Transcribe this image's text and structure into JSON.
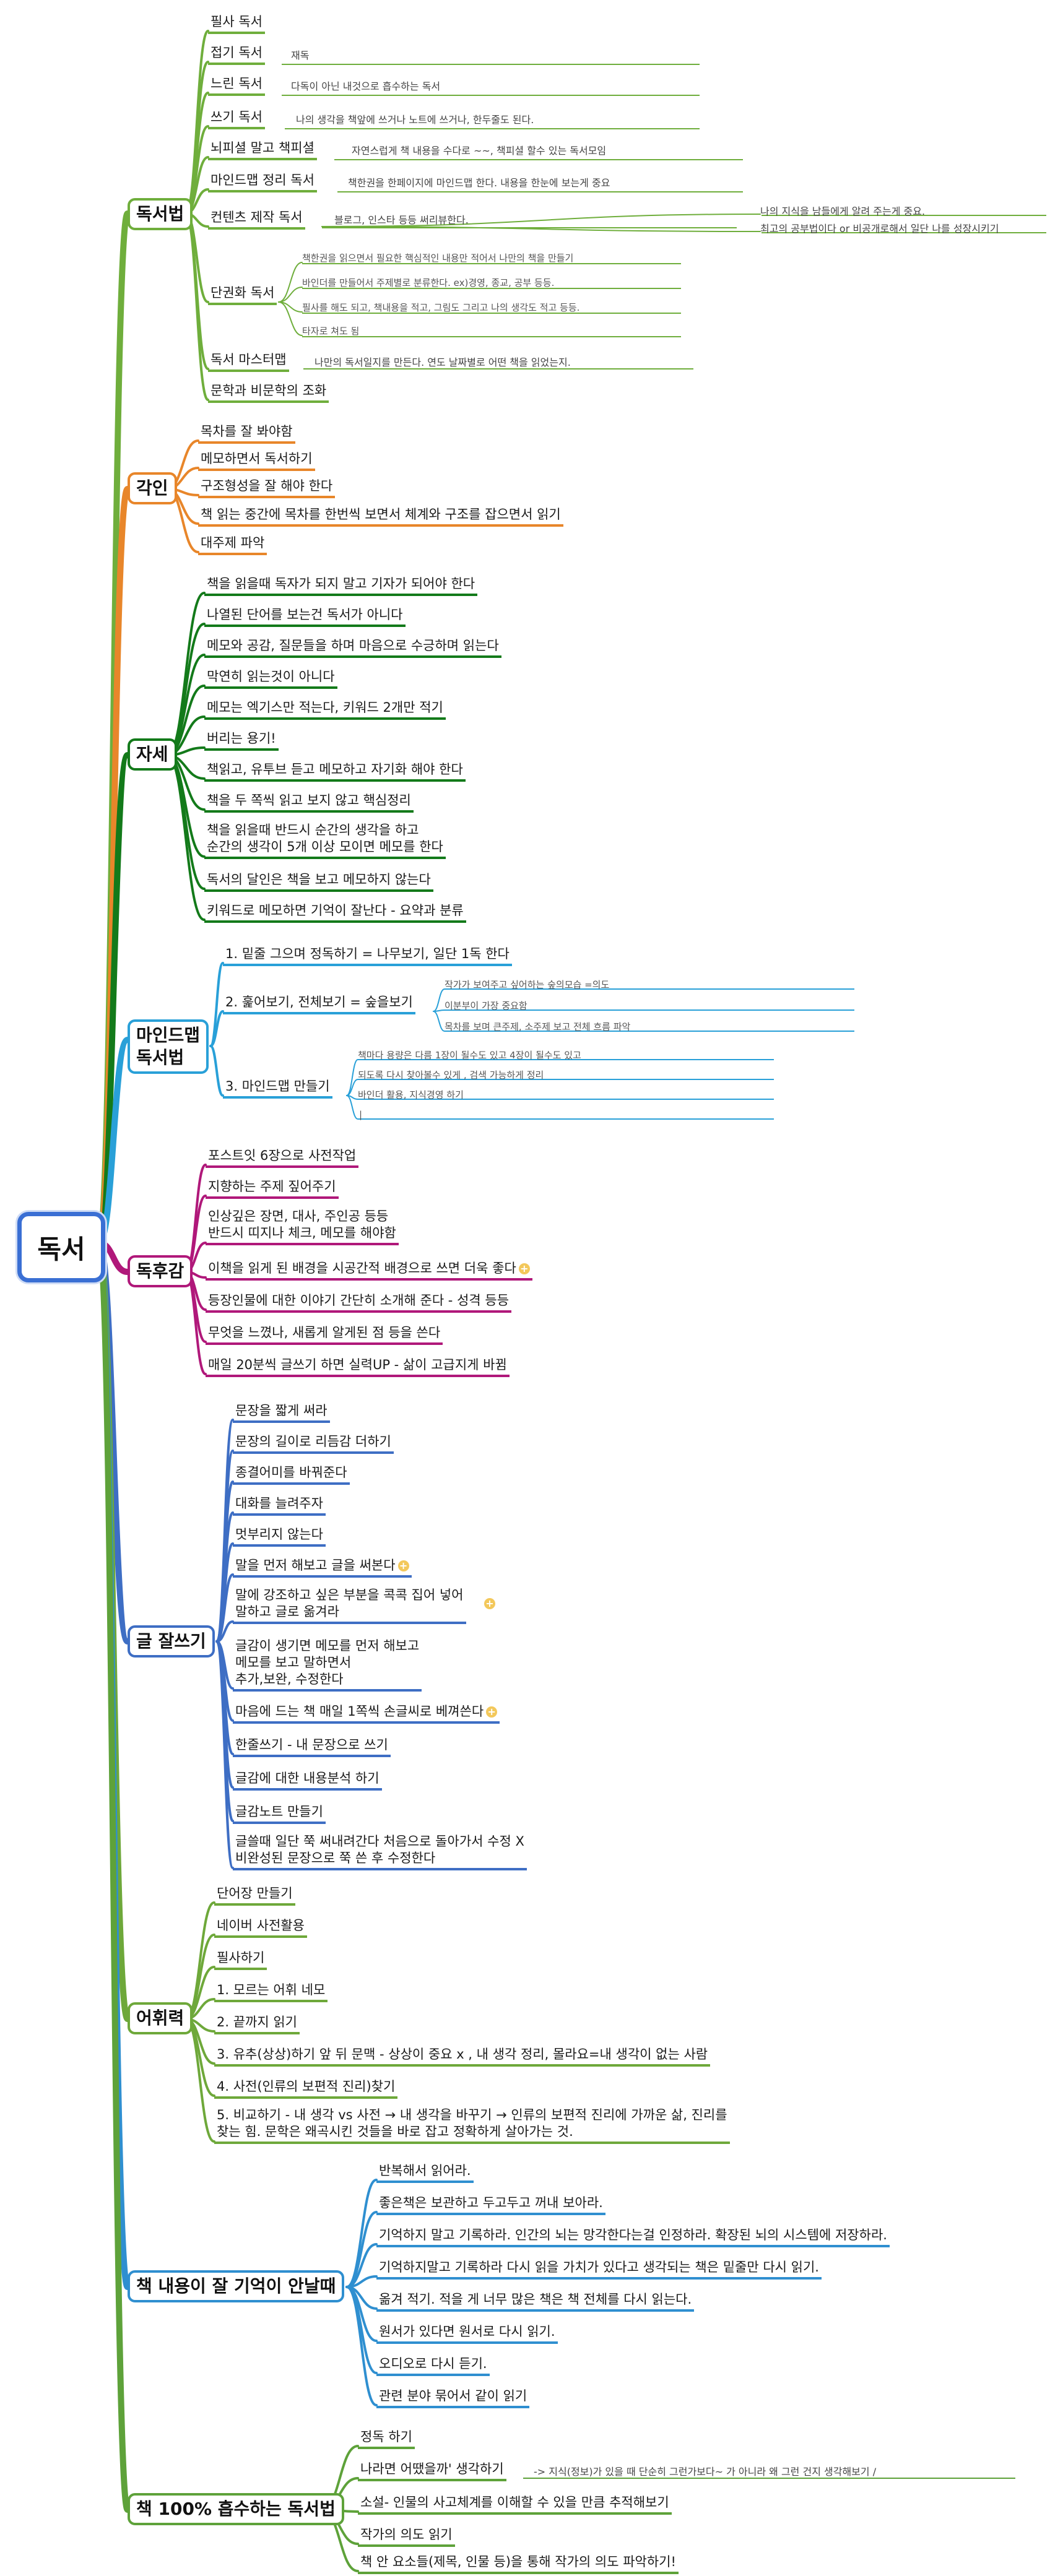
{
  "root": "독서",
  "colors": {
    "root": "#3a6fd4",
    "s1": "#6fae3c",
    "s2": "#e8862a",
    "s3": "#137a1a",
    "s4": "#29a0d8",
    "s5": "#b0187a",
    "s6": "#3e6ec4",
    "s7": "#6ea83a",
    "s8": "#2f8fd0",
    "s9": "#5ea23a"
  },
  "sections": {
    "s1": {
      "label": "독서법",
      "items": [
        "필사 독서",
        "접기 독서",
        "느린 독서",
        "쓰기 독서",
        "뇌피셜 말고 책피셜",
        "마인드맵 정리 독서",
        "컨텐츠 제작 독서",
        "단권화 독서",
        "독서 마스터맵",
        "문학과 비문학의 조화"
      ],
      "notes": [
        "재독",
        "다독이 아닌 내것으로 흡수하는 독서",
        "나의 생각을 책앞에 쓰거나 노트에 쓰거나, 한두줄도 된다.",
        "자연스럽게 책 내용을 수다로 ~~, 책피셜 할수 있는 독서모임",
        "책한권을 한페이지에 마인드맵 한다. 내용을 한눈에 보는게 중요",
        "블로그, 인스타 등등 써리뷰한다.",
        "나의 지식을 남들에게 알려 주는게 중요.",
        "최고의 공부법이다 or 비공개로해서  일단 나를 성장시키기",
        "책한권을 읽으면서 필요한 핵심적인 내용만 적어서 나만의 책을 만들기",
        "바인더를 만들어서 주제별로 분류한다. ex)경영, 종교, 공부 등등.",
        "필사를 해도 되고, 책내용을 적고, 그림도 그리고 나의 생각도 적고 등등.",
        "타자로 쳐도 됨",
        "나만의 독서일지를 만든다. 연도 날짜별로 어떤 책을 읽었는지."
      ]
    },
    "s2": {
      "label": "각인",
      "items": [
        "목차를 잘 봐야함",
        "메모하면서 독서하기",
        "구조형성을 잘 해야 한다",
        "책 읽는 중간에 목차를 한번씩 보면서 체계와 구조를 잡으면서 읽기",
        "대주제 파악"
      ]
    },
    "s3": {
      "label": "자세",
      "items": [
        "책을 읽을때 독자가 되지 말고 기자가 되어야 한다",
        "나열된 단어를 보는건 독서가 아니다",
        "메모와 공감, 질문들을 하며 마음으로 수긍하며 읽는다",
        "막연히 읽는것이 아니다",
        "메모는 엑기스만 적는다, 키워드 2개만 적기",
        "버리는 용기!",
        "책읽고, 유투브 듣고 메모하고 자기화 해야 한다",
        "책을 두 쪽씩 읽고 보지 않고 핵심정리",
        "책을 읽을때 반드시 순간의 생각을 하고\n순간의 생각이 5개 이상 모이면 메모를 한다",
        "독서의 달인은 책을 보고 메모하지 않는다",
        "키워드로 메모하면 기억이 잘난다 - 요약과 분류"
      ]
    },
    "s4": {
      "label": "마인드맵\n독서법",
      "items": [
        "1. 밑줄 그으며 정독하기 = 나무보기, 일단 1독 한다",
        "2. 훑어보기, 전체보기 = 숲을보기",
        "3. 마인드맵 만들기"
      ],
      "notes": [
        "작가가 보여주고 싶어하는 숲의모습 =의도",
        "이분부이 가장 중요함",
        "목차를 보며 큰주제, 소주제 보고 전체 흐름 파악",
        "책마다 용량은 다름 1장이 될수도 있고 4장이 될수도 있고",
        "되도록 다시 찾아볼수 있게 , 검색 가능하게 정리",
        "바인더 활용, 지식경영 하기",
        "|"
      ]
    },
    "s5": {
      "label": "독후감",
      "items": [
        "포스트잇 6장으로 사전작업",
        "지향하는 주제 짚어주기",
        "인상깊은 장면, 대사, 주인공 등등\n반드시 띠지나 체크, 메모를 해야함",
        "이책을 읽게 된 배경을 시공간적 배경으로 쓰면 더욱 좋다",
        "등장인물에 대한 이야기 간단히 소개해 준다 - 성격 등등",
        "무엇을 느꼈나, 새롭게 알게된 점 등을 쓴다",
        "매일 20분씩 글쓰기 하면 실력UP - 삶이 고급지게 바뀜"
      ]
    },
    "s6": {
      "label": "글 잘쓰기",
      "items": [
        "문장을 짧게 써라",
        "문장의 길이로 리듬감 더하기",
        "종결어미를 바꿔준다",
        "대화를 늘려주자",
        "멋부리지 않는다",
        "말을 먼저 해보고 글을 써본다",
        "말에 강조하고 싶은 부분을 콕콕 집어 넣어\n말하고 글로 옮겨라",
        "글감이 생기면 메모를 먼저 해보고\n메모를 보고 말하면서\n추가,보완, 수정한다",
        "마음에 드는 책 매일 1쪽씩 손글씨로 베껴쓴다",
        "한줄쓰기 - 내 문장으로 쓰기",
        "글감에 대한 내용분석 하기",
        "글감노트 만들기",
        "글쓸때 일단 쭉 써내려간다 처음으로 돌아가서 수정 X\n비완성된 문장으로 쭉 쓴 후 수정한다"
      ]
    },
    "s7": {
      "label": "어휘력",
      "items": [
        "단어장 만들기",
        "네이버 사전활용",
        "필사하기",
        "1. 모르는 어휘 네모",
        "2. 끝까지 읽기",
        "3. 유추(상상)하기 앞 뒤 문맥 - 상상이 중요 x , 내 생각 정리, 몰라요=내 생각이 없는 사람",
        "4. 사전(인류의 보편적 진리)찾기",
        "5. 비교하기 - 내 생각 vs 사전 → 내 생각을 바꾸기 → 인류의 보편적 진리에 가까운 삶, 진리를\n찾는 힘. 문학은 왜곡시킨 것들을 바로 잡고 정확하게 살아가는 것."
      ]
    },
    "s8": {
      "label": "책 내용이 잘 기억이 안날때",
      "items": [
        "반복해서 읽어라.",
        "좋은책은 보관하고 두고두고 꺼내 보아라.",
        "기억하지 말고 기록하라. 인간의 뇌는 망각한다는걸 인정하라. 확장된 뇌의 시스템에 저장하라.",
        "기억하지말고 기록하라  다시 읽을 가치가 있다고 생각되는 책은 밑줄만 다시 읽기.",
        "옮겨 적기.  적을 게 너무 많은 책은 책 전체를 다시 읽는다.",
        "원서가 있다면 원서로 다시 읽기.",
        "오디오로 다시 듣기.",
        "관련 분야 묶어서 같이 읽기"
      ]
    },
    "s9": {
      "label": "책 100% 흡수하는 독서법",
      "items": [
        "정독 하기",
        "나라면 어땠을까' 생각하기",
        "소설- 인물의 사고체계를 이해할 수 있을 만큼 추적해보기",
        "작가의 의도 읽기",
        "책 안 요소들(제목, 인물 등)을 통해 작가의 의도 파악하기!"
      ],
      "notes": [
        "-> 지식(정보)가 있을 때 단순히 그런가보다~ 가 아니라 왜 그런 건지 생각해보기 /"
      ]
    }
  }
}
